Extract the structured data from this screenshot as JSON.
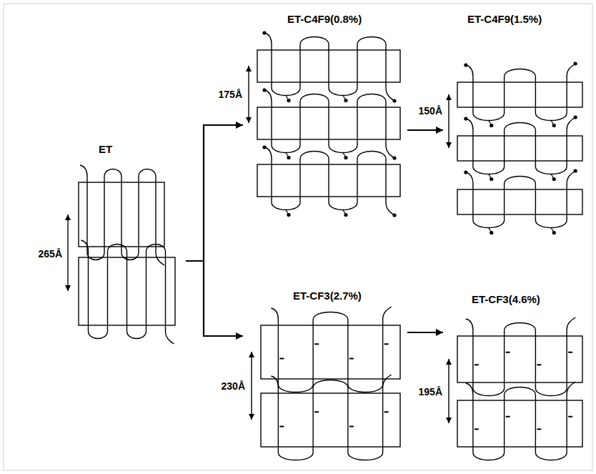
{
  "diagram": {
    "nodes": [
      {
        "text": [
          "ET"
        ]
      },
      {
        "text": [
          "ET-C4F9(0.8%)"
        ]
      },
      {
        "text": [
          "ET-C4F9(1.5%)"
        ]
      },
      {
        "text": [
          "ET-CF3(2.7%)"
        ]
      },
      {
        "text": [
          "ET-CF3(4.6%)"
        ]
      }
    ],
    "edges": [
      {
        "from": 0,
        "to": 1,
        "arrow": "to"
      },
      {
        "from": 0,
        "to": 3,
        "arrow": "to"
      },
      {
        "from": 1,
        "to": 2,
        "arrow": "to"
      },
      {
        "from": 3,
        "to": 4,
        "arrow": "to"
      }
    ],
    "labels": [
      "265Å",
      "175Å",
      "150Å",
      "230Å",
      "195Å"
    ]
  }
}
